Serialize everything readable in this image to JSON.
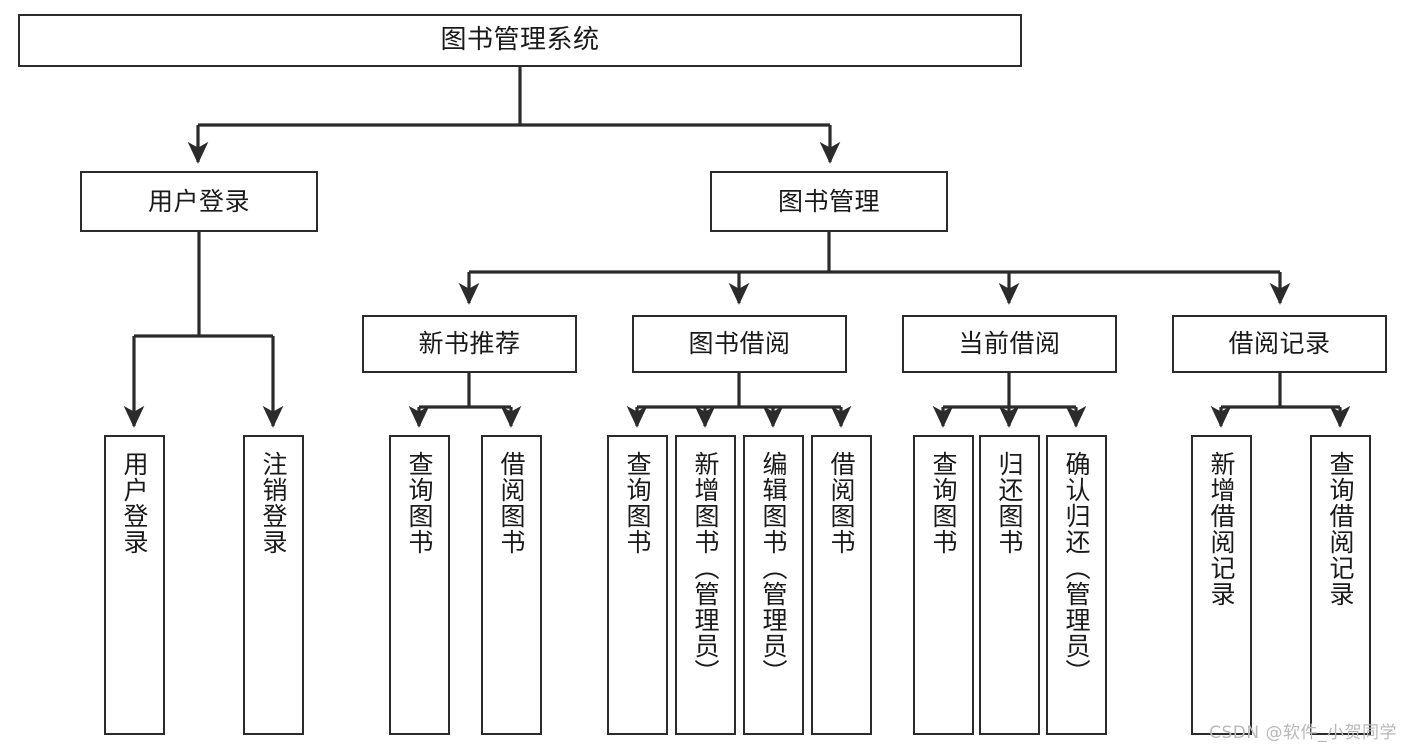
{
  "diagram": {
    "type": "tree",
    "title": "图书管理系统",
    "orientation": "top-down",
    "colors": {
      "node_border": "#2b2b2b",
      "node_fill": "#ffffff",
      "edge": "#2b2b2b",
      "text": "#1a1a1a",
      "watermark": "#b9b9b9",
      "background": "#ffffff"
    },
    "watermark": "CSDN @软件_小贺同学",
    "nodes": {
      "root": {
        "label": "图书管理系统"
      },
      "level2": [
        {
          "id": "user-login",
          "label": "用户登录"
        },
        {
          "id": "book-manage",
          "label": "图书管理"
        }
      ],
      "level3": [
        {
          "id": "new-book-recommend",
          "label": "新书推荐"
        },
        {
          "id": "book-borrow",
          "label": "图书借阅"
        },
        {
          "id": "current-borrow",
          "label": "当前借阅"
        },
        {
          "id": "borrow-record",
          "label": "借阅记录"
        }
      ],
      "leaves": {
        "user_login": [
          {
            "id": "leaf-user-login",
            "label": "用户登录"
          },
          {
            "id": "leaf-user-logout",
            "label": "注销登录"
          }
        ],
        "new_book_recommend": [
          {
            "id": "leaf-query-book-1",
            "label": "查询图书"
          },
          {
            "id": "leaf-borrow-book-1",
            "label": "借阅图书"
          }
        ],
        "book_borrow": [
          {
            "id": "leaf-query-book-2",
            "label": "查询图书"
          },
          {
            "id": "leaf-add-book",
            "label": "新增图书（管理员）"
          },
          {
            "id": "leaf-edit-book",
            "label": "编辑图书（管理员）"
          },
          {
            "id": "leaf-borrow-book-2",
            "label": "借阅图书"
          }
        ],
        "current_borrow": [
          {
            "id": "leaf-query-book-3",
            "label": "查询图书"
          },
          {
            "id": "leaf-return-book",
            "label": "归还图书"
          },
          {
            "id": "leaf-confirm-return",
            "label": "确认归还（管理员）"
          }
        ],
        "borrow_record": [
          {
            "id": "leaf-add-record",
            "label": "新增借阅记录"
          },
          {
            "id": "leaf-query-record",
            "label": "查询借阅记录"
          }
        ]
      }
    }
  }
}
